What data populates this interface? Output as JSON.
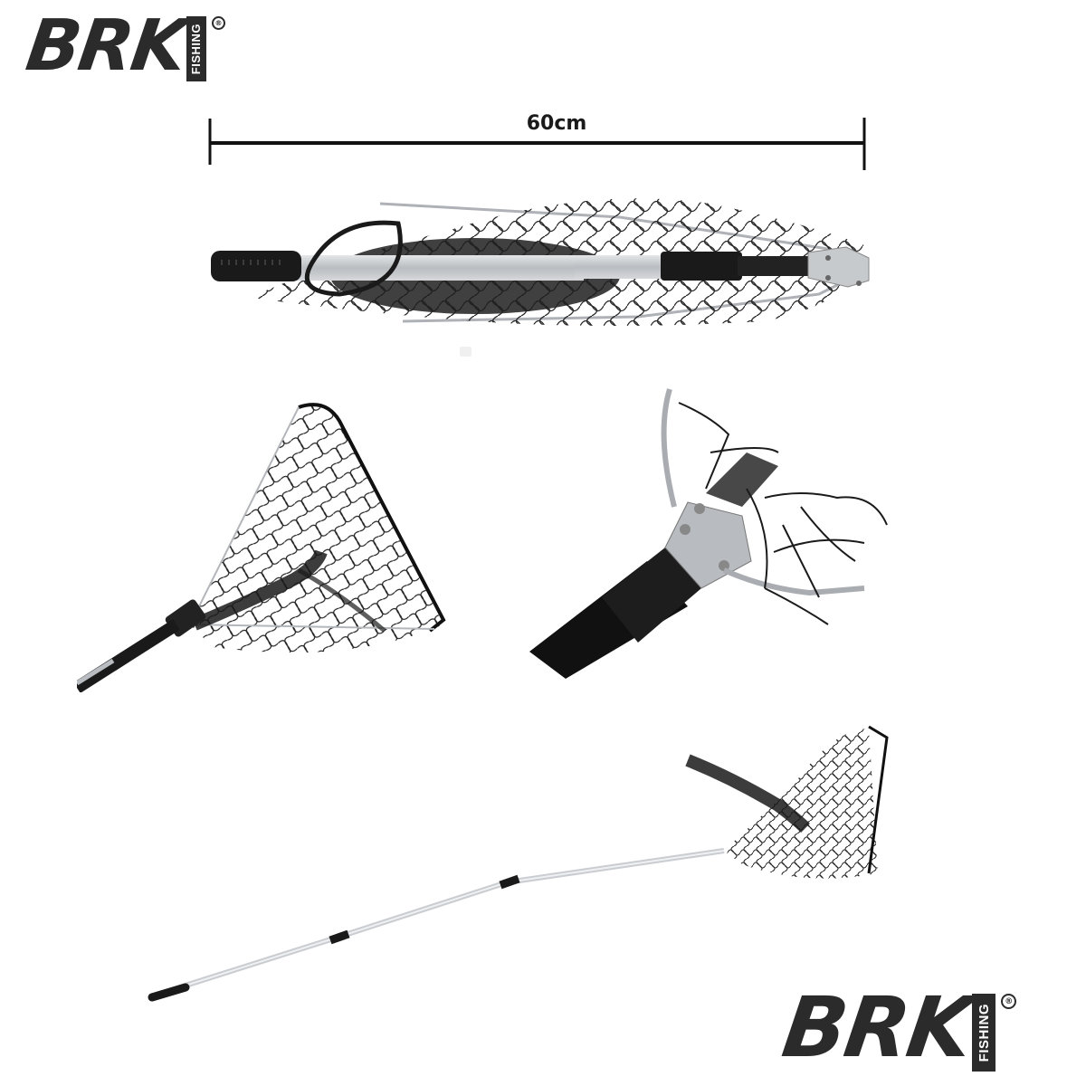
{
  "brand": {
    "name": "BRK",
    "sub": "FISHING",
    "registered": "®",
    "color": "#2b2b2b"
  },
  "dimension": {
    "label": "60cm",
    "line_color": "#111111"
  },
  "photos": [
    {
      "name": "collapsed-net-photo",
      "description": "Landing net folded with telescopic handle"
    },
    {
      "name": "open-net-head-photo",
      "description": "Triangular net head opened"
    },
    {
      "name": "folding-hinge-closeup-photo",
      "description": "Close-up of folding hinge joint"
    },
    {
      "name": "full-extended-net-photo",
      "description": "Fully extended telescopic landing net"
    }
  ],
  "colors": {
    "background": "#ffffff",
    "net": "#1c1c1c",
    "aluminium": "#c9ccd0",
    "grip": "#1a1a1a"
  }
}
